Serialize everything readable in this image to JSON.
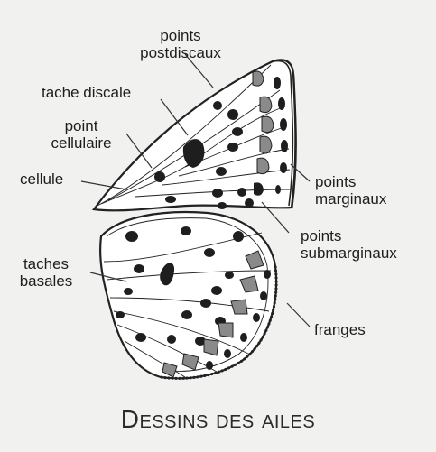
{
  "title": "Dessins des ailes",
  "labels": {
    "points_postdiscaux": [
      "points",
      "postdiscaux"
    ],
    "tache_discale": "tache discale",
    "point_cellulaire": [
      "point",
      "cellulaire"
    ],
    "cellule": "cellule",
    "taches_basales": [
      "taches",
      "basales"
    ],
    "points_marginaux": [
      "points",
      "marginaux"
    ],
    "points_submarginaux": [
      "points",
      "submarginaux"
    ],
    "franges": "franges"
  },
  "colors": {
    "background": "#f1f1ef",
    "ink": "#1e1e1e",
    "spot_gray": "#8a8a8a"
  }
}
